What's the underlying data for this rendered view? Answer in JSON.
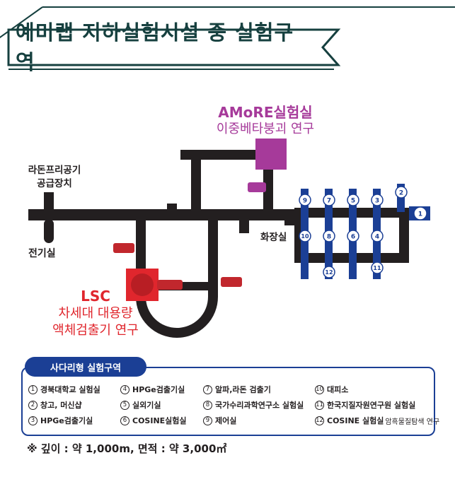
{
  "title": "예미랩 지하실험시설 중 실험구역",
  "colors": {
    "tunnel": "#231f20",
    "banner": "#16403f",
    "amore": "#a63a9a",
    "lsc": "#e0262d",
    "lab_blue": "#1b3f95",
    "accent_red": "#c1272d"
  },
  "amore": {
    "title": "AMoRE실험실",
    "subtitle": "이중베타붕괴 연구"
  },
  "radon": {
    "line1": "라돈프리공기",
    "line2": "공급장치"
  },
  "power_room": "전기실",
  "restroom": "화장실",
  "lsc": {
    "title": "LSC",
    "line1": "차세대 대용량",
    "line2": "액체검출기 연구"
  },
  "map_numbers": [
    "1",
    "2",
    "3",
    "4",
    "5",
    "6",
    "7",
    "8",
    "9",
    "10",
    "11",
    "12"
  ],
  "legend": {
    "title": "사다리형 실험구역",
    "items": [
      {
        "num": "1",
        "text": "경북대학교 실험실"
      },
      {
        "num": "2",
        "text": "창고, 머신샵"
      },
      {
        "num": "3",
        "text": "HPGe검출기실"
      },
      {
        "num": "4",
        "text": "HPGe검출기실"
      },
      {
        "num": "5",
        "text": "실외기실"
      },
      {
        "num": "6",
        "text": "COSINE실험실"
      },
      {
        "num": "7",
        "text": "알파,라돈 검출기"
      },
      {
        "num": "8",
        "text": "국가수리과학연구소 실험실"
      },
      {
        "num": "9",
        "text": "제어실"
      },
      {
        "num": "10",
        "text": "대피소"
      },
      {
        "num": "11",
        "text": "한국지질자원연구원 실험실"
      },
      {
        "num": "12",
        "text": "COSINE 실험실",
        "sub": "암흑물질탐색 연구"
      }
    ]
  },
  "footnote": "※ 깊이 : 약 1,000m, 면적 : 약 3,000㎡"
}
